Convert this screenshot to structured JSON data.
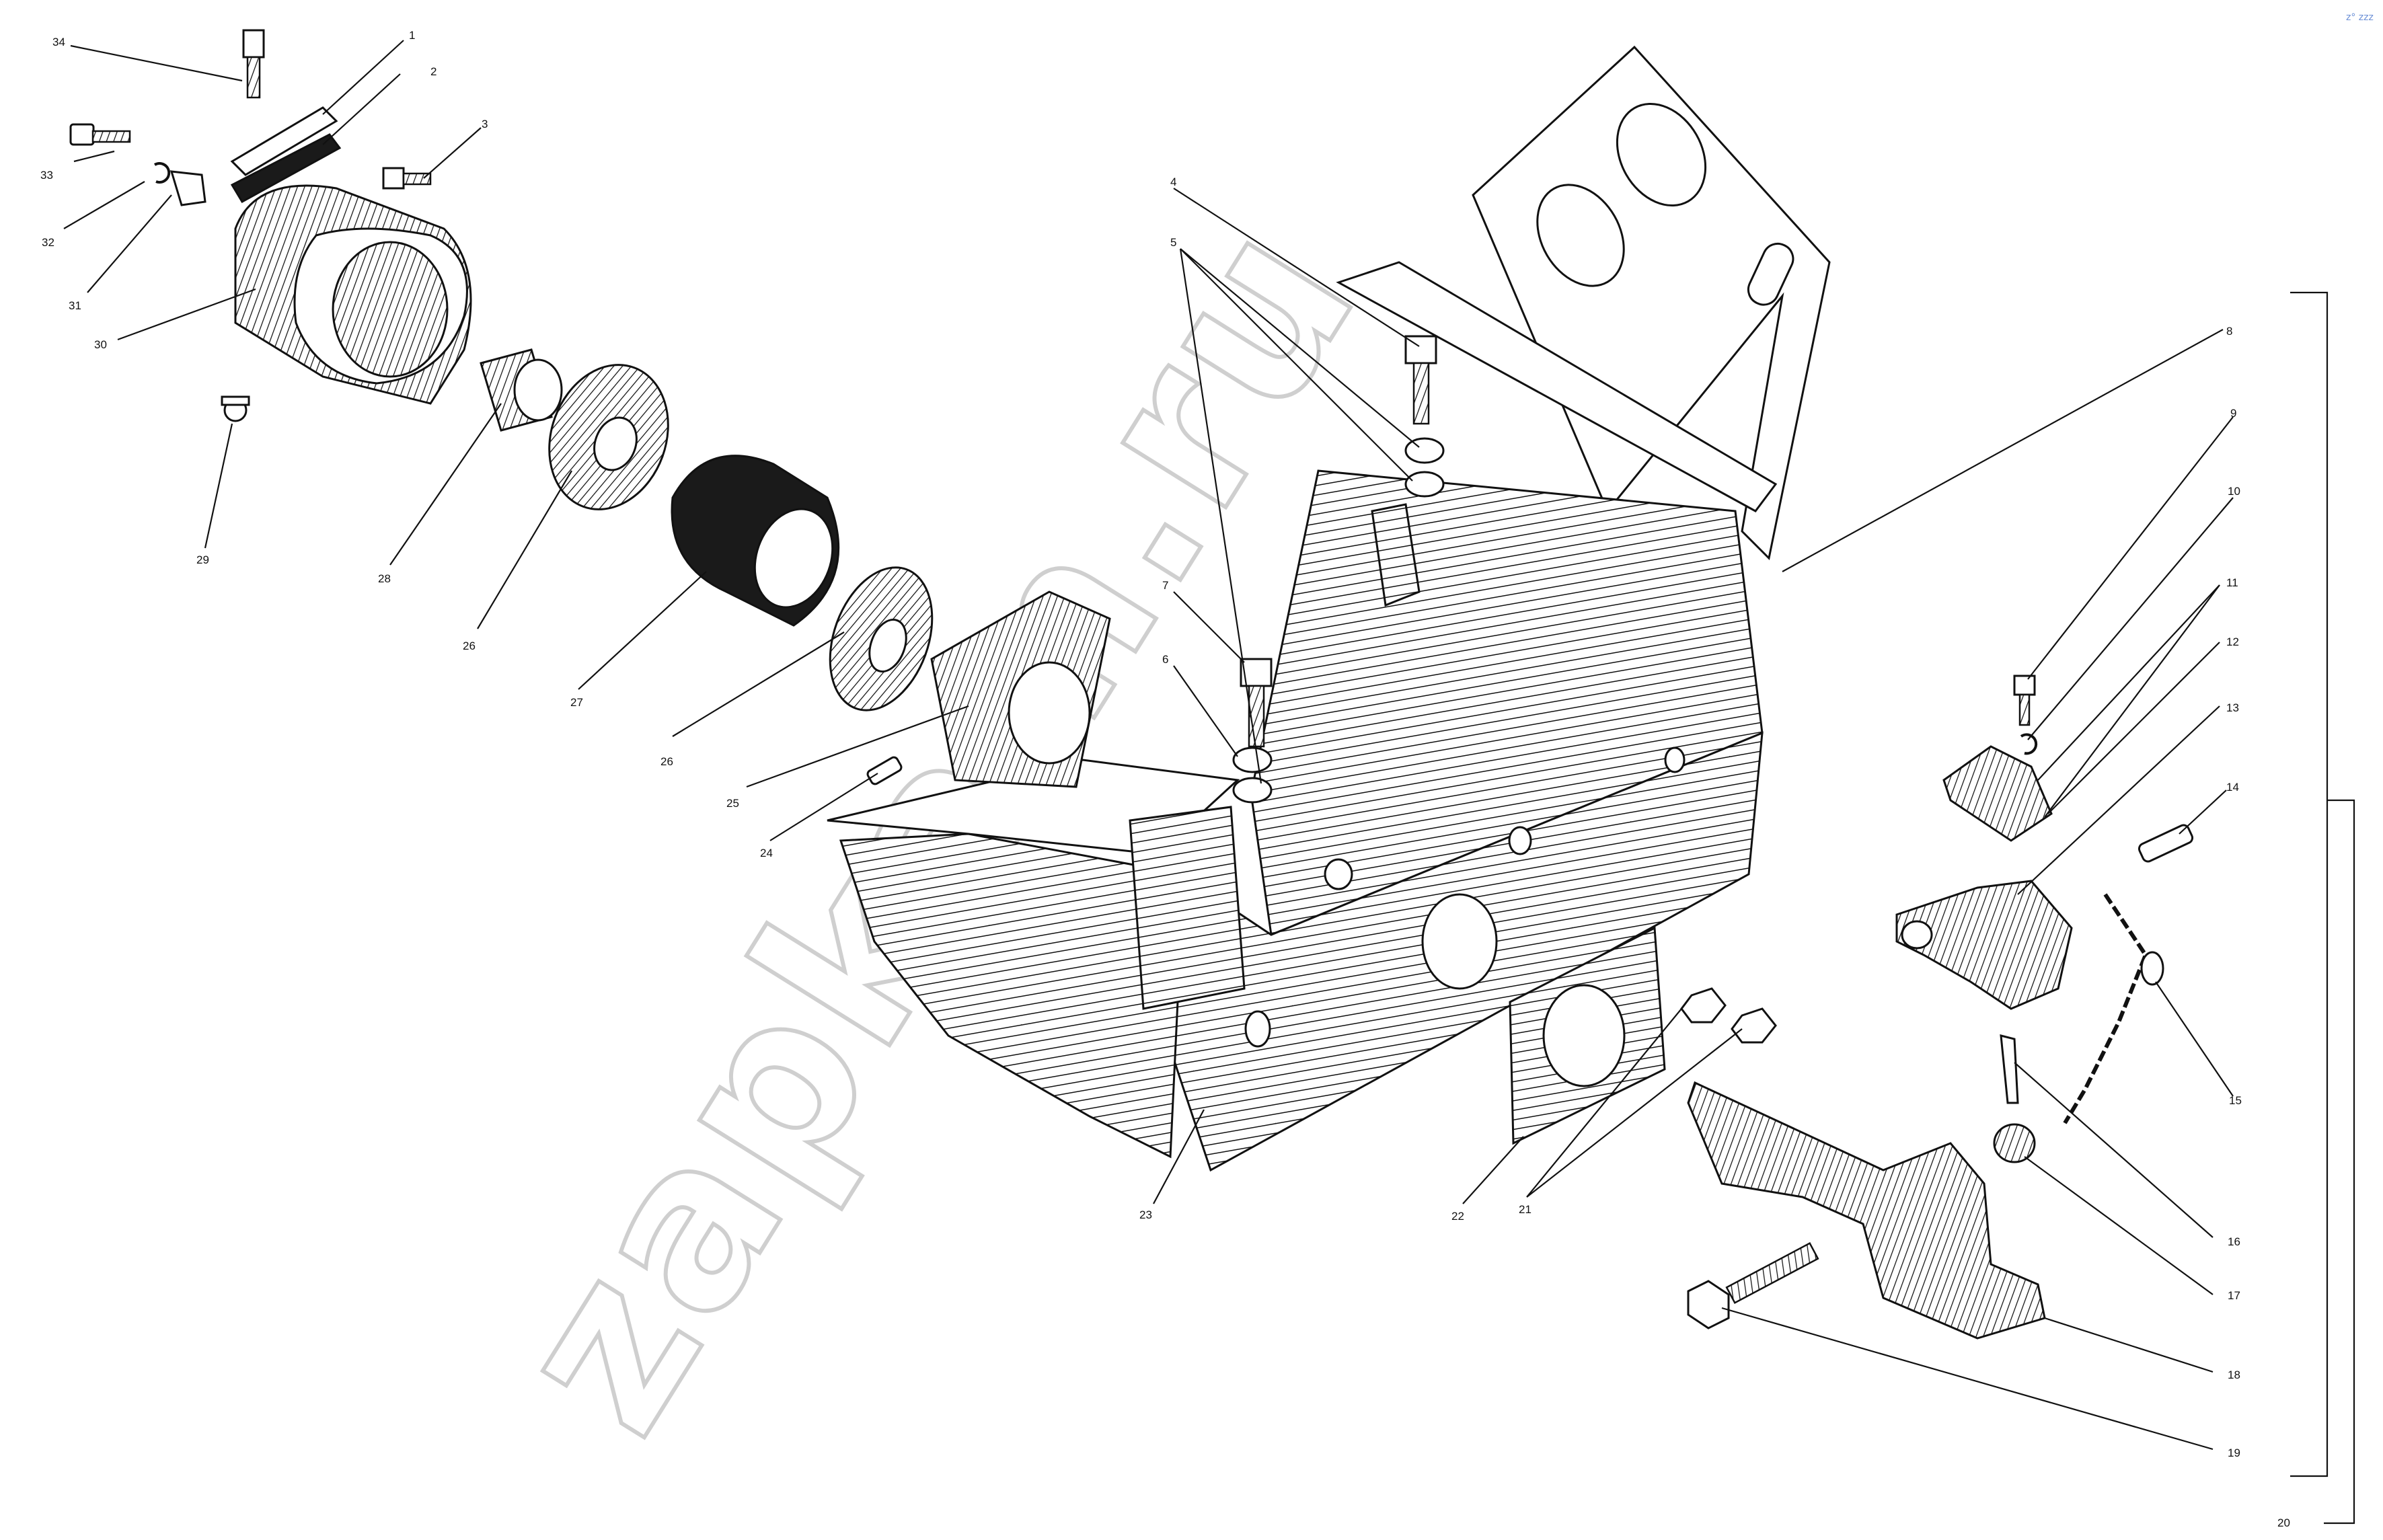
{
  "watermark": "zapkam.ru",
  "corner_mark": "z° zzz",
  "callouts": [
    "1",
    "2",
    "3",
    "4",
    "5",
    "6",
    "7",
    "8",
    "9",
    "10",
    "11",
    "12",
    "13",
    "14",
    "15",
    "16",
    "17",
    "18",
    "19",
    "20",
    "21",
    "22",
    "23",
    "24",
    "25",
    "26",
    "26",
    "27",
    "28",
    "29",
    "30",
    "31",
    "32",
    "33",
    "34"
  ],
  "group_bracket_label": "20"
}
